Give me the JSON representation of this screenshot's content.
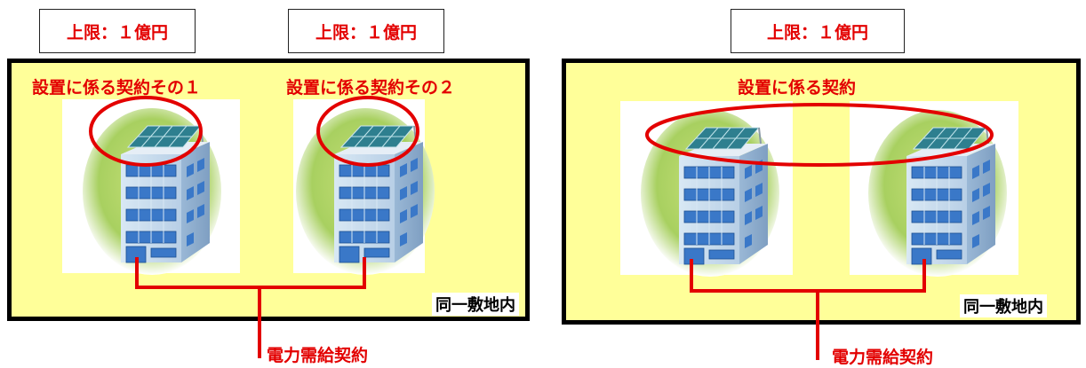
{
  "left_panel": {
    "limit_1": "上限：１億円",
    "limit_2": "上限：１億円",
    "contract_1": "設置に係る契約その１",
    "contract_2": "設置に係る契約その２",
    "site_label": "同一敷地内",
    "supply_label": "電力需給契約"
  },
  "right_panel": {
    "limit": "上限：１億円",
    "contract": "設置に係る契約",
    "site_label": "同一敷地内",
    "supply_label": "電力需給契約"
  },
  "colors": {
    "accent_red": "#e30000",
    "site_fill": "#ffff99",
    "border": "#000000"
  },
  "icons": [
    "building-with-solar-panel-icon"
  ]
}
